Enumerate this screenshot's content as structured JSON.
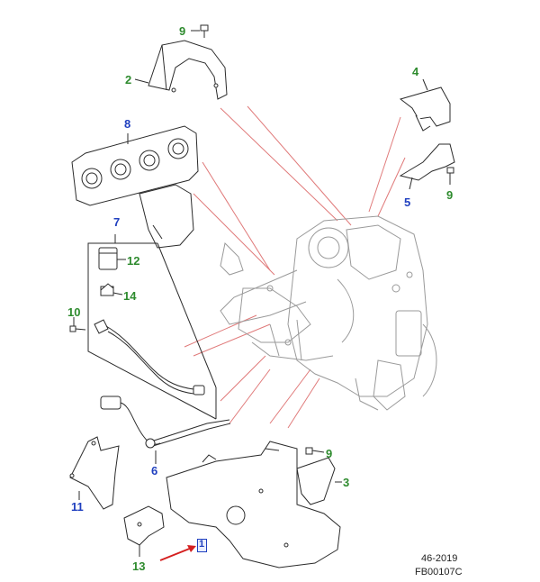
{
  "callouts": [
    {
      "id": "c9a",
      "label": "9",
      "color": "green"
    },
    {
      "id": "c2",
      "label": "2",
      "color": "green"
    },
    {
      "id": "c4",
      "label": "4",
      "color": "green"
    },
    {
      "id": "c8",
      "label": "8",
      "color": "blue"
    },
    {
      "id": "c5",
      "label": "5",
      "color": "blue"
    },
    {
      "id": "c9b",
      "label": "9",
      "color": "green"
    },
    {
      "id": "c7",
      "label": "7",
      "color": "blue"
    },
    {
      "id": "c12",
      "label": "12",
      "color": "green"
    },
    {
      "id": "c14",
      "label": "14",
      "color": "green"
    },
    {
      "id": "c10",
      "label": "10",
      "color": "green"
    },
    {
      "id": "c6",
      "label": "6",
      "color": "blue"
    },
    {
      "id": "c9c",
      "label": "9",
      "color": "green"
    },
    {
      "id": "c3",
      "label": "3",
      "color": "green"
    },
    {
      "id": "c11",
      "label": "11",
      "color": "blue"
    },
    {
      "id": "c1",
      "label": "1",
      "color": "blue"
    },
    {
      "id": "c13",
      "label": "13",
      "color": "green"
    }
  ],
  "footer": {
    "date_code": "46-2019",
    "figure_id": "FB00107C"
  },
  "colors": {
    "line": "#2b2b2b",
    "engine_line": "#9a9a9a",
    "leader_red": "#e07a7a",
    "arrow_red": "#d41f1f",
    "callout_green": "#2e8b2e",
    "callout_blue": "#1f3fbf"
  }
}
